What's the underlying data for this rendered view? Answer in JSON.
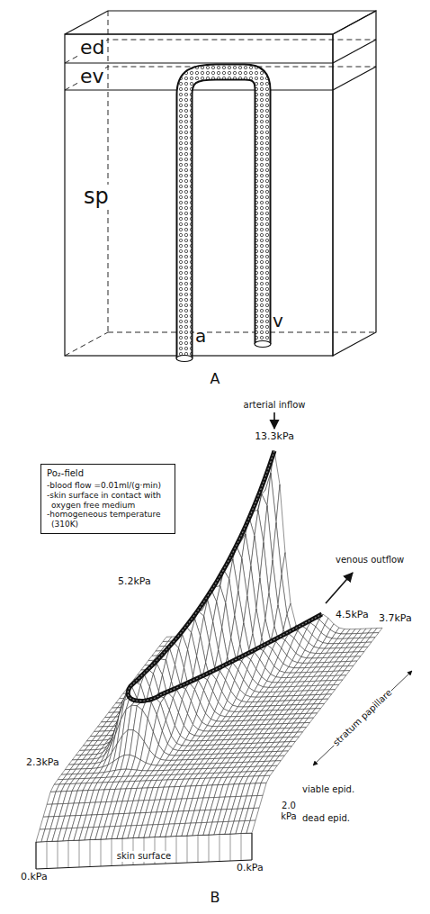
{
  "diagram": {
    "nodes": [
      {
        "text": [
          "Po₂-field",
          "-blood flow =0.01ml/(g·min)",
          "-skin surface in contact with oxygen free medium",
          "-homogeneous temperature (310K)"
        ]
      }
    ],
    "labels": [
      "ed",
      "ev",
      "sp",
      "a",
      "v",
      "A",
      "arterial inflow",
      "13.3kPa",
      "5.2kPa",
      "venous outflow",
      "4.5kPa",
      "3.7kPa",
      "stratum papillare",
      "viable epid.",
      "2.0 kPa",
      "dead epid.",
      "2.3kPa",
      "0.kPa",
      "skin surface",
      "0.kPa",
      "B"
    ]
  }
}
